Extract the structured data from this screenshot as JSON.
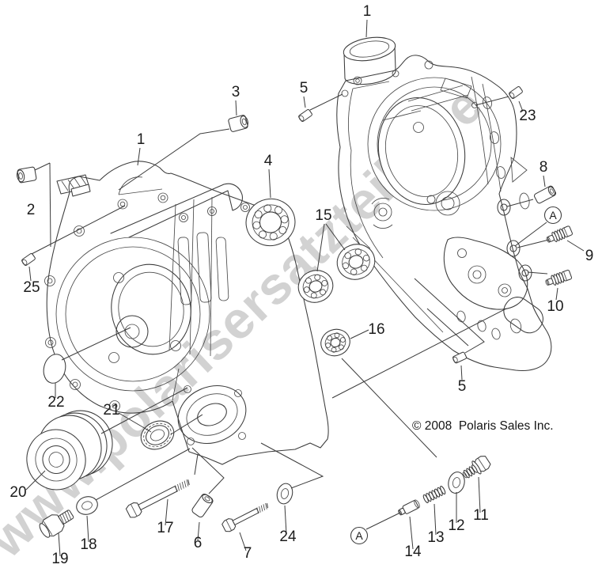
{
  "watermark": {
    "text": "www.polarisersatzteile.de",
    "color": "#d2d2d2"
  },
  "copyright": {
    "text": "© 2008  Polaris Sales Inc."
  },
  "callouts": [
    {
      "id": "1-right",
      "label": "1"
    },
    {
      "id": "1-left",
      "label": "1"
    },
    {
      "id": "2",
      "label": "2"
    },
    {
      "id": "3",
      "label": "3"
    },
    {
      "id": "4",
      "label": "4"
    },
    {
      "id": "5-upper",
      "label": "5"
    },
    {
      "id": "5-lower",
      "label": "5"
    },
    {
      "id": "6",
      "label": "6"
    },
    {
      "id": "7",
      "label": "7"
    },
    {
      "id": "8",
      "label": "8"
    },
    {
      "id": "9",
      "label": "9"
    },
    {
      "id": "10",
      "label": "10"
    },
    {
      "id": "11",
      "label": "11"
    },
    {
      "id": "12",
      "label": "12"
    },
    {
      "id": "13",
      "label": "13"
    },
    {
      "id": "14",
      "label": "14"
    },
    {
      "id": "15",
      "label": "15"
    },
    {
      "id": "16",
      "label": "16"
    },
    {
      "id": "17",
      "label": "17"
    },
    {
      "id": "18",
      "label": "18"
    },
    {
      "id": "19",
      "label": "19"
    },
    {
      "id": "20",
      "label": "20"
    },
    {
      "id": "21",
      "label": "21"
    },
    {
      "id": "22",
      "label": "22"
    },
    {
      "id": "23",
      "label": "23"
    },
    {
      "id": "24",
      "label": "24"
    },
    {
      "id": "25",
      "label": "25"
    }
  ],
  "view_markers": [
    {
      "id": "A-right",
      "label": "A"
    },
    {
      "id": "A-bottom",
      "label": "A"
    }
  ]
}
